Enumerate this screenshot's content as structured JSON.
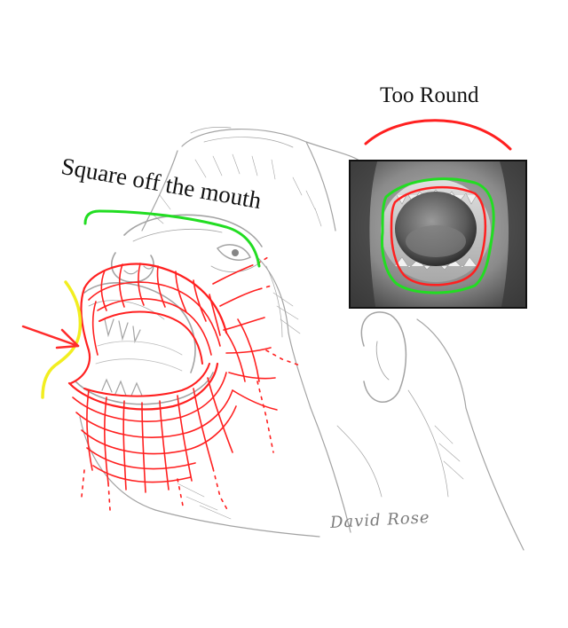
{
  "annotations": {
    "too_round": "Too Round",
    "square_off": "Square off the mouth"
  },
  "signature": "David Rose",
  "colors": {
    "wireframe": "#ff2020",
    "green_line": "#22dd22",
    "yellow_line": "#f2ee20",
    "arrow": "#ff2b2b",
    "pencil": "#8a8a8a"
  },
  "icons": {
    "arrow": "arrow-right-icon"
  }
}
